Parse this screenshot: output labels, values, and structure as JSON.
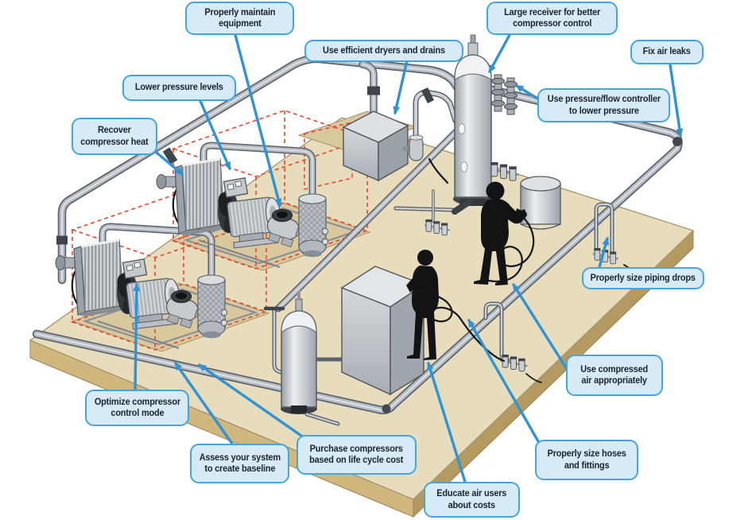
{
  "callouts": [
    {
      "id": "properly-maintain-equipment",
      "label": "Properly maintain\nequipment"
    },
    {
      "id": "use-efficient-dryers-drains",
      "label": "Use efficient dryers and drains"
    },
    {
      "id": "large-receiver",
      "label": "Large receiver for better\ncompressor control"
    },
    {
      "id": "fix-air-leaks",
      "label": "Fix air leaks"
    },
    {
      "id": "pressure-flow-controller",
      "label": "Use pressure/flow controller\nto lower pressure"
    },
    {
      "id": "lower-pressure-levels",
      "label": "Lower pressure levels"
    },
    {
      "id": "recover-compressor-heat",
      "label": "Recover\ncompressor heat"
    },
    {
      "id": "properly-size-piping-drops",
      "label": "Properly size piping drops"
    },
    {
      "id": "use-compressed-air",
      "label": "Use compressed\nair appropriately"
    },
    {
      "id": "optimize-compressor-control",
      "label": "Optimize compressor\ncontrol mode"
    },
    {
      "id": "assess-your-system",
      "label": "Assess your system\nto create baseline"
    },
    {
      "id": "purchase-compressors",
      "label": "Purchase compressors\nbased on life cycle cost"
    },
    {
      "id": "educate-air-users",
      "label": "Educate air users\nabout costs"
    },
    {
      "id": "properly-size-hoses",
      "label": "Properly size hoses\nand fittings"
    }
  ],
  "colors": {
    "callout_fill": "#d7eaf8",
    "callout_border": "#45a5de",
    "callout_text": "#1d2430",
    "arrow": "#2f93d4",
    "floor": "#e7dcbc",
    "floor_pad": "#d9c79d",
    "floor_side_left": "#cfb77e",
    "floor_side_right": "#b49a60",
    "dashed_outline": "#e8462e",
    "pipe": "#b7bdc4",
    "silhouette": "#111315"
  }
}
